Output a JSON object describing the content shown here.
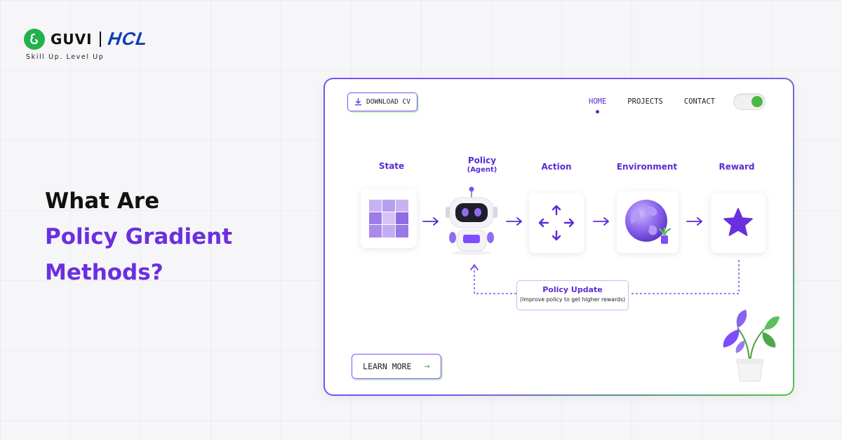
{
  "brand": {
    "guvi": "GUVI",
    "hcl": "HCL",
    "tagline": "Skill Up. Level Up"
  },
  "headline": {
    "line1": "What Are",
    "line2": "Policy Gradient",
    "line3": "Methods?"
  },
  "card": {
    "download_label": "DOWNLOAD CV",
    "nav": [
      "HOME",
      "PROJECTS",
      "CONTACT"
    ],
    "active_nav": "HOME",
    "toggle_on": true,
    "learn_more_label": "LEARN MORE",
    "arrow_glyph": "→"
  },
  "diagram": {
    "stages": [
      {
        "label": "State",
        "sub": ""
      },
      {
        "label": "Policy",
        "sub": "(Agent)"
      },
      {
        "label": "Action",
        "sub": ""
      },
      {
        "label": "Environment",
        "sub": ""
      },
      {
        "label": "Reward",
        "sub": ""
      }
    ],
    "feedback": {
      "title": "Policy Update",
      "subtitle": "(Improve policy to get higher rewards)"
    }
  },
  "colors": {
    "purple": "#6b2fe0",
    "purple_light": "#7c4dff",
    "green": "#4cb848",
    "hcl_blue": "#0f3eb5"
  }
}
